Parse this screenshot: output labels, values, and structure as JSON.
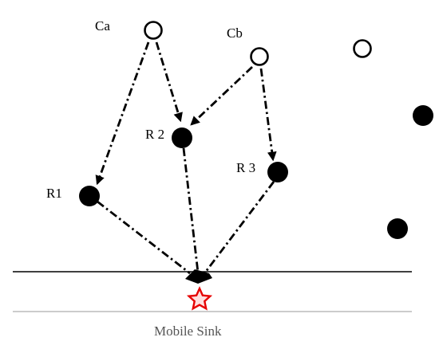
{
  "nodes": {
    "ca": {
      "label": "Ca"
    },
    "cb": {
      "label": "Cb"
    },
    "r1": {
      "label": "R1"
    },
    "r2": {
      "label": "R 2"
    },
    "r3": {
      "label": "R 3"
    }
  },
  "sink": {
    "caption": "Mobile Sink",
    "marker_color": "#e60000",
    "icon": "star-icon"
  },
  "colors": {
    "line": "#000000",
    "source_fill": "#ffffff",
    "relay_fill": "#000000"
  }
}
